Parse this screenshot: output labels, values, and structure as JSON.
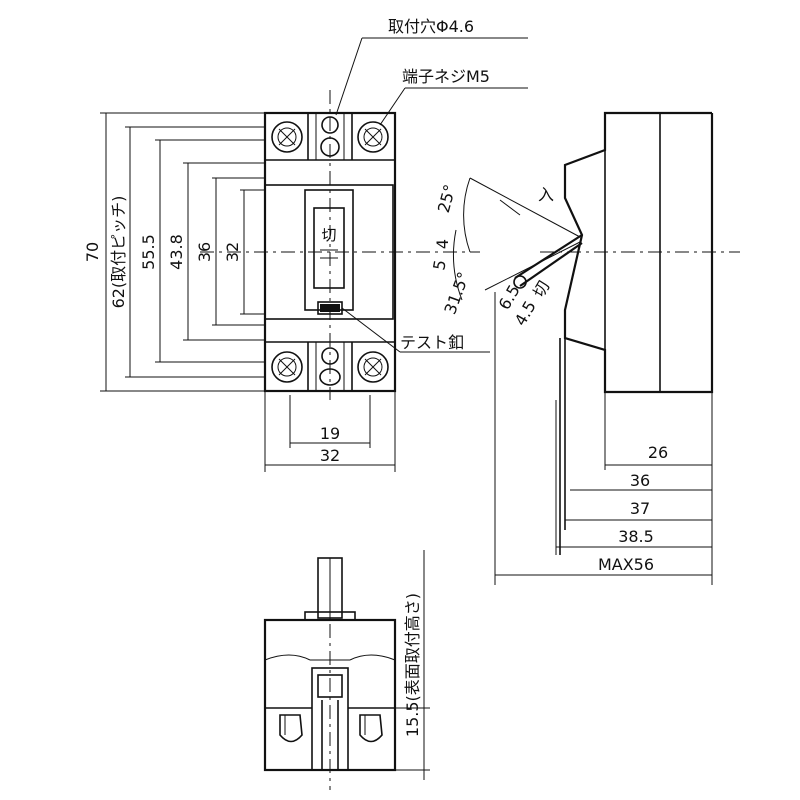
{
  "front_view": {
    "mount_hole_label": "取付穴Φ4.6",
    "terminal_screw_label": "端子ネジM5",
    "test_button_label": "テスト釦",
    "toggle_on_mark": "切",
    "dim_70": "70",
    "dim_62": "62(取付ピッチ)",
    "dim_55_5": "55.5",
    "dim_43_8": "43.8",
    "dim_36": "36",
    "dim_32_v": "32",
    "dim_19": "19",
    "dim_32_h": "32"
  },
  "side_view": {
    "angle_25": "25°",
    "angle_4": "4",
    "angle_5": "5",
    "angle_31_5": "31.5°",
    "dim_6_5": "6.5",
    "dim_4_5": "4.5",
    "on_mark": "入",
    "off_mark": "切",
    "dim_26": "26",
    "dim_36": "36",
    "dim_37": "37",
    "dim_38_5": "38.5",
    "dim_max56": "MAX56"
  },
  "bottom_view": {
    "dim_15_5": "15.5(表面取付高さ)"
  }
}
